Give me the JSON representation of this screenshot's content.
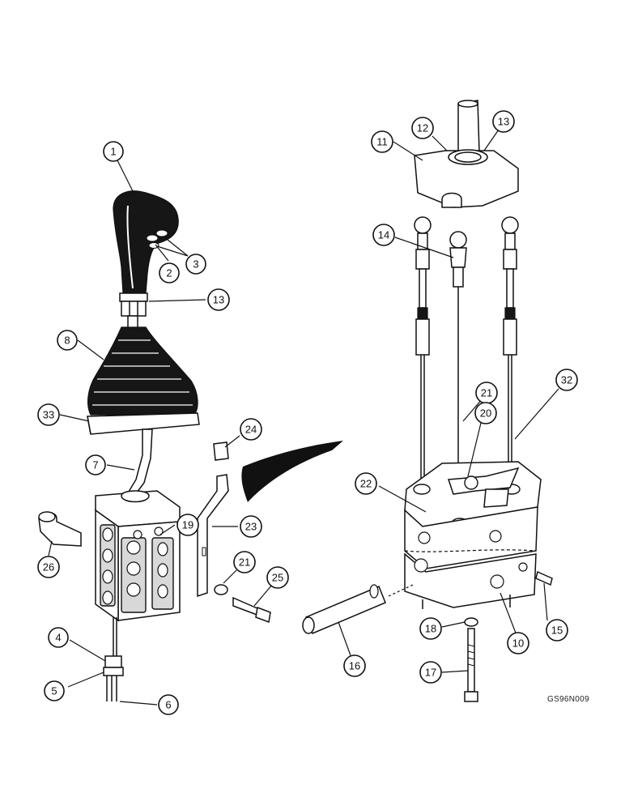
{
  "figure": {
    "code": "GS96N009"
  },
  "callouts": [
    {
      "id": "c1",
      "label": "1"
    },
    {
      "id": "c2",
      "label": "2"
    },
    {
      "id": "c3",
      "label": "3"
    },
    {
      "id": "c13a",
      "label": "13"
    },
    {
      "id": "c8",
      "label": "8"
    },
    {
      "id": "c33",
      "label": "33"
    },
    {
      "id": "c7",
      "label": "7"
    },
    {
      "id": "c24",
      "label": "24"
    },
    {
      "id": "c19",
      "label": "19"
    },
    {
      "id": "c23",
      "label": "23"
    },
    {
      "id": "c26",
      "label": "26"
    },
    {
      "id": "c21a",
      "label": "21"
    },
    {
      "id": "c25",
      "label": "25"
    },
    {
      "id": "c4",
      "label": "4"
    },
    {
      "id": "c5",
      "label": "5"
    },
    {
      "id": "c6",
      "label": "6"
    },
    {
      "id": "c11",
      "label": "11"
    },
    {
      "id": "c12",
      "label": "12"
    },
    {
      "id": "c13b",
      "label": "13"
    },
    {
      "id": "c14",
      "label": "14"
    },
    {
      "id": "c21b",
      "label": "21"
    },
    {
      "id": "c20",
      "label": "20"
    },
    {
      "id": "c32",
      "label": "32"
    },
    {
      "id": "c22",
      "label": "22"
    },
    {
      "id": "c15",
      "label": "15"
    },
    {
      "id": "c10",
      "label": "10"
    },
    {
      "id": "c18",
      "label": "18"
    },
    {
      "id": "c16",
      "label": "16"
    },
    {
      "id": "c17",
      "label": "17"
    }
  ]
}
